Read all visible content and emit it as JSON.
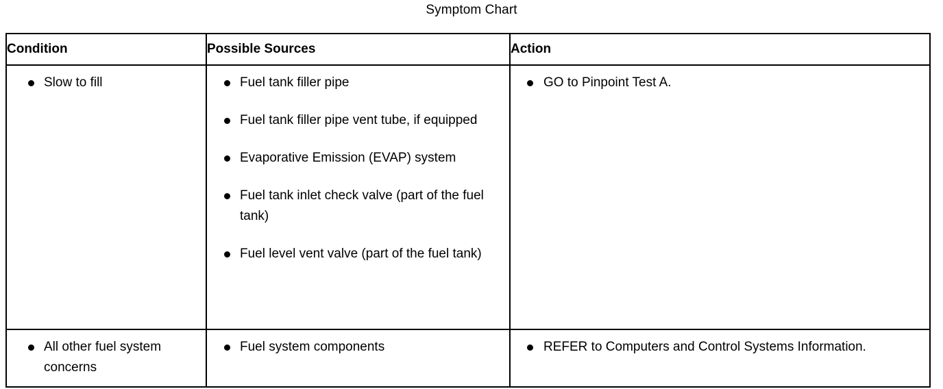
{
  "document": {
    "title": "Symptom Chart"
  },
  "table": {
    "headers": [
      {
        "label": "Condition",
        "name": "header-condition"
      },
      {
        "label": "Possible Sources",
        "name": "header-possible-sources"
      },
      {
        "label": "Action",
        "name": "header-action"
      }
    ],
    "rows": [
      {
        "condition": [
          "Slow to fill"
        ],
        "possible_sources": [
          "Fuel tank filler pipe",
          "Fuel tank filler pipe vent tube, if equipped",
          "Evaporative Emission (EVAP) system",
          "Fuel tank inlet check valve (part of the fuel tank)",
          "Fuel level vent valve (part of the fuel tank)"
        ],
        "action": [
          "GO to Pinpoint Test A."
        ]
      },
      {
        "condition": [
          "All other fuel system concerns"
        ],
        "possible_sources": [
          "Fuel system components"
        ],
        "action": [
          "REFER to Computers and Control Systems Information."
        ]
      }
    ]
  },
  "colors": {
    "background": "#ffffff",
    "text": "#000000",
    "border": "#000000"
  }
}
